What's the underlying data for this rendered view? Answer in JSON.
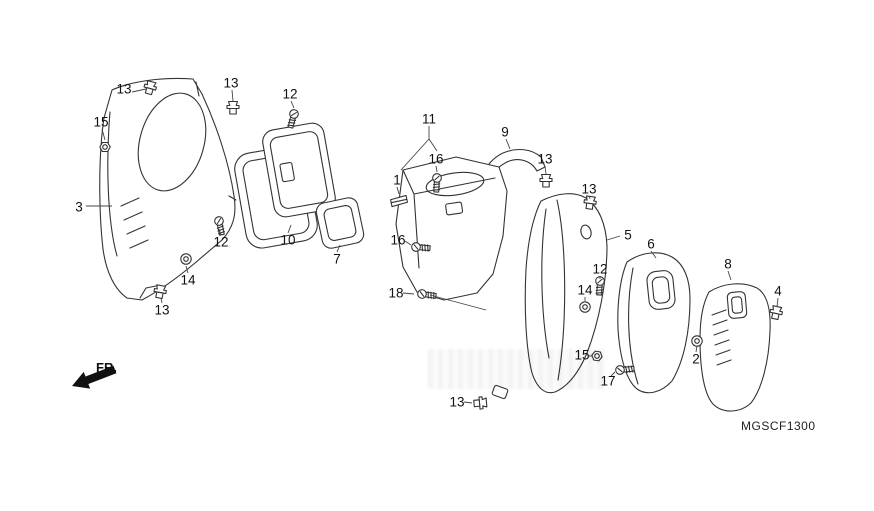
{
  "diagram": {
    "code": "MGSCF1300",
    "direction_label": "FR.",
    "callouts": [
      {
        "label": "13"
      },
      {
        "label": "15"
      },
      {
        "label": "3"
      },
      {
        "label": "13"
      },
      {
        "label": "12"
      },
      {
        "label": "10"
      },
      {
        "label": "12"
      },
      {
        "label": "14"
      },
      {
        "label": "13"
      },
      {
        "label": "7"
      },
      {
        "label": "11"
      },
      {
        "label": "16"
      },
      {
        "label": "1"
      },
      {
        "label": "16"
      },
      {
        "label": "18"
      },
      {
        "label": "9"
      },
      {
        "label": "13"
      },
      {
        "label": "13"
      },
      {
        "label": "5"
      },
      {
        "label": "6"
      },
      {
        "label": "12"
      },
      {
        "label": "14"
      },
      {
        "label": "8"
      },
      {
        "label": "4"
      },
      {
        "label": "15"
      },
      {
        "label": "17"
      },
      {
        "label": "2"
      },
      {
        "label": "13"
      }
    ]
  }
}
